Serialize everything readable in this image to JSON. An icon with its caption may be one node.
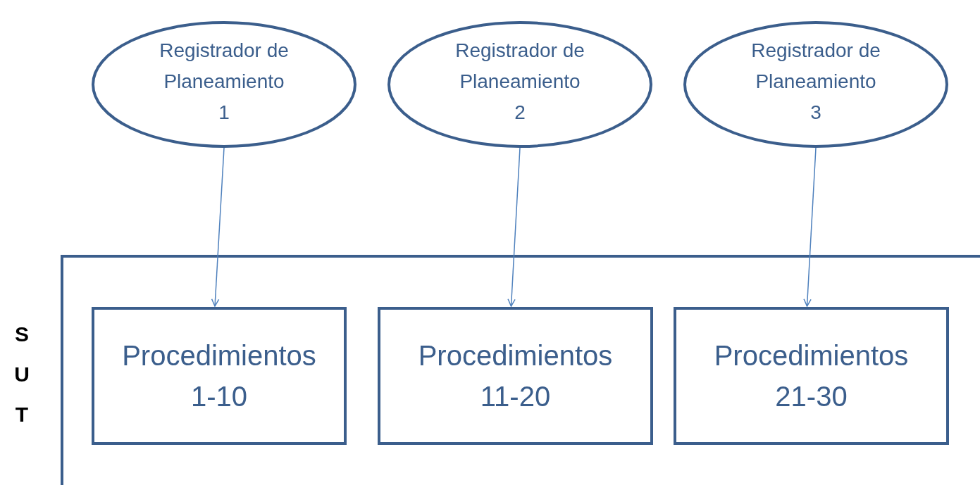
{
  "diagram": {
    "nodes": [
      {
        "text": [
          "SUT"
        ]
      },
      {
        "text": [
          "Registrador de Planeamiento 1"
        ]
      },
      {
        "text": [
          "Registrador de Planeamiento 2"
        ]
      },
      {
        "text": [
          "Registrador de Planeamiento 3"
        ]
      },
      {
        "text": [
          "Procedimientos 1-10"
        ],
        "in": 0
      },
      {
        "text": [
          "Procedimientos 11-20"
        ],
        "in": 0
      },
      {
        "text": [
          "Procedimientos 21-30"
        ],
        "in": 0
      }
    ],
    "edges": [
      {
        "from": 1,
        "to": 4,
        "arrow": "to"
      },
      {
        "from": 2,
        "to": 5,
        "arrow": "to"
      },
      {
        "from": 3,
        "to": 6,
        "arrow": "to"
      }
    ]
  }
}
